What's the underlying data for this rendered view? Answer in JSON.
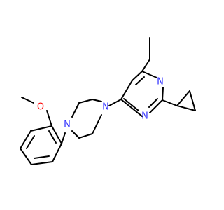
{
  "molecule": {
    "colors": {
      "bond": "#000000",
      "nitrogen": "#3333ff",
      "oxygen": "#ff0000",
      "background": "#ffffff"
    },
    "atoms": [
      {
        "id": "n-piperazine-aryl",
        "element": "N",
        "label": "N"
      },
      {
        "id": "n-piperazine-pyrimidine",
        "element": "N",
        "label": "N"
      },
      {
        "id": "n-pyrimidine-top",
        "element": "N",
        "label": "N"
      },
      {
        "id": "n-pyrimidine-bottom",
        "element": "N",
        "label": "N"
      },
      {
        "id": "o-methoxy",
        "element": "O",
        "label": "O"
      }
    ]
  }
}
